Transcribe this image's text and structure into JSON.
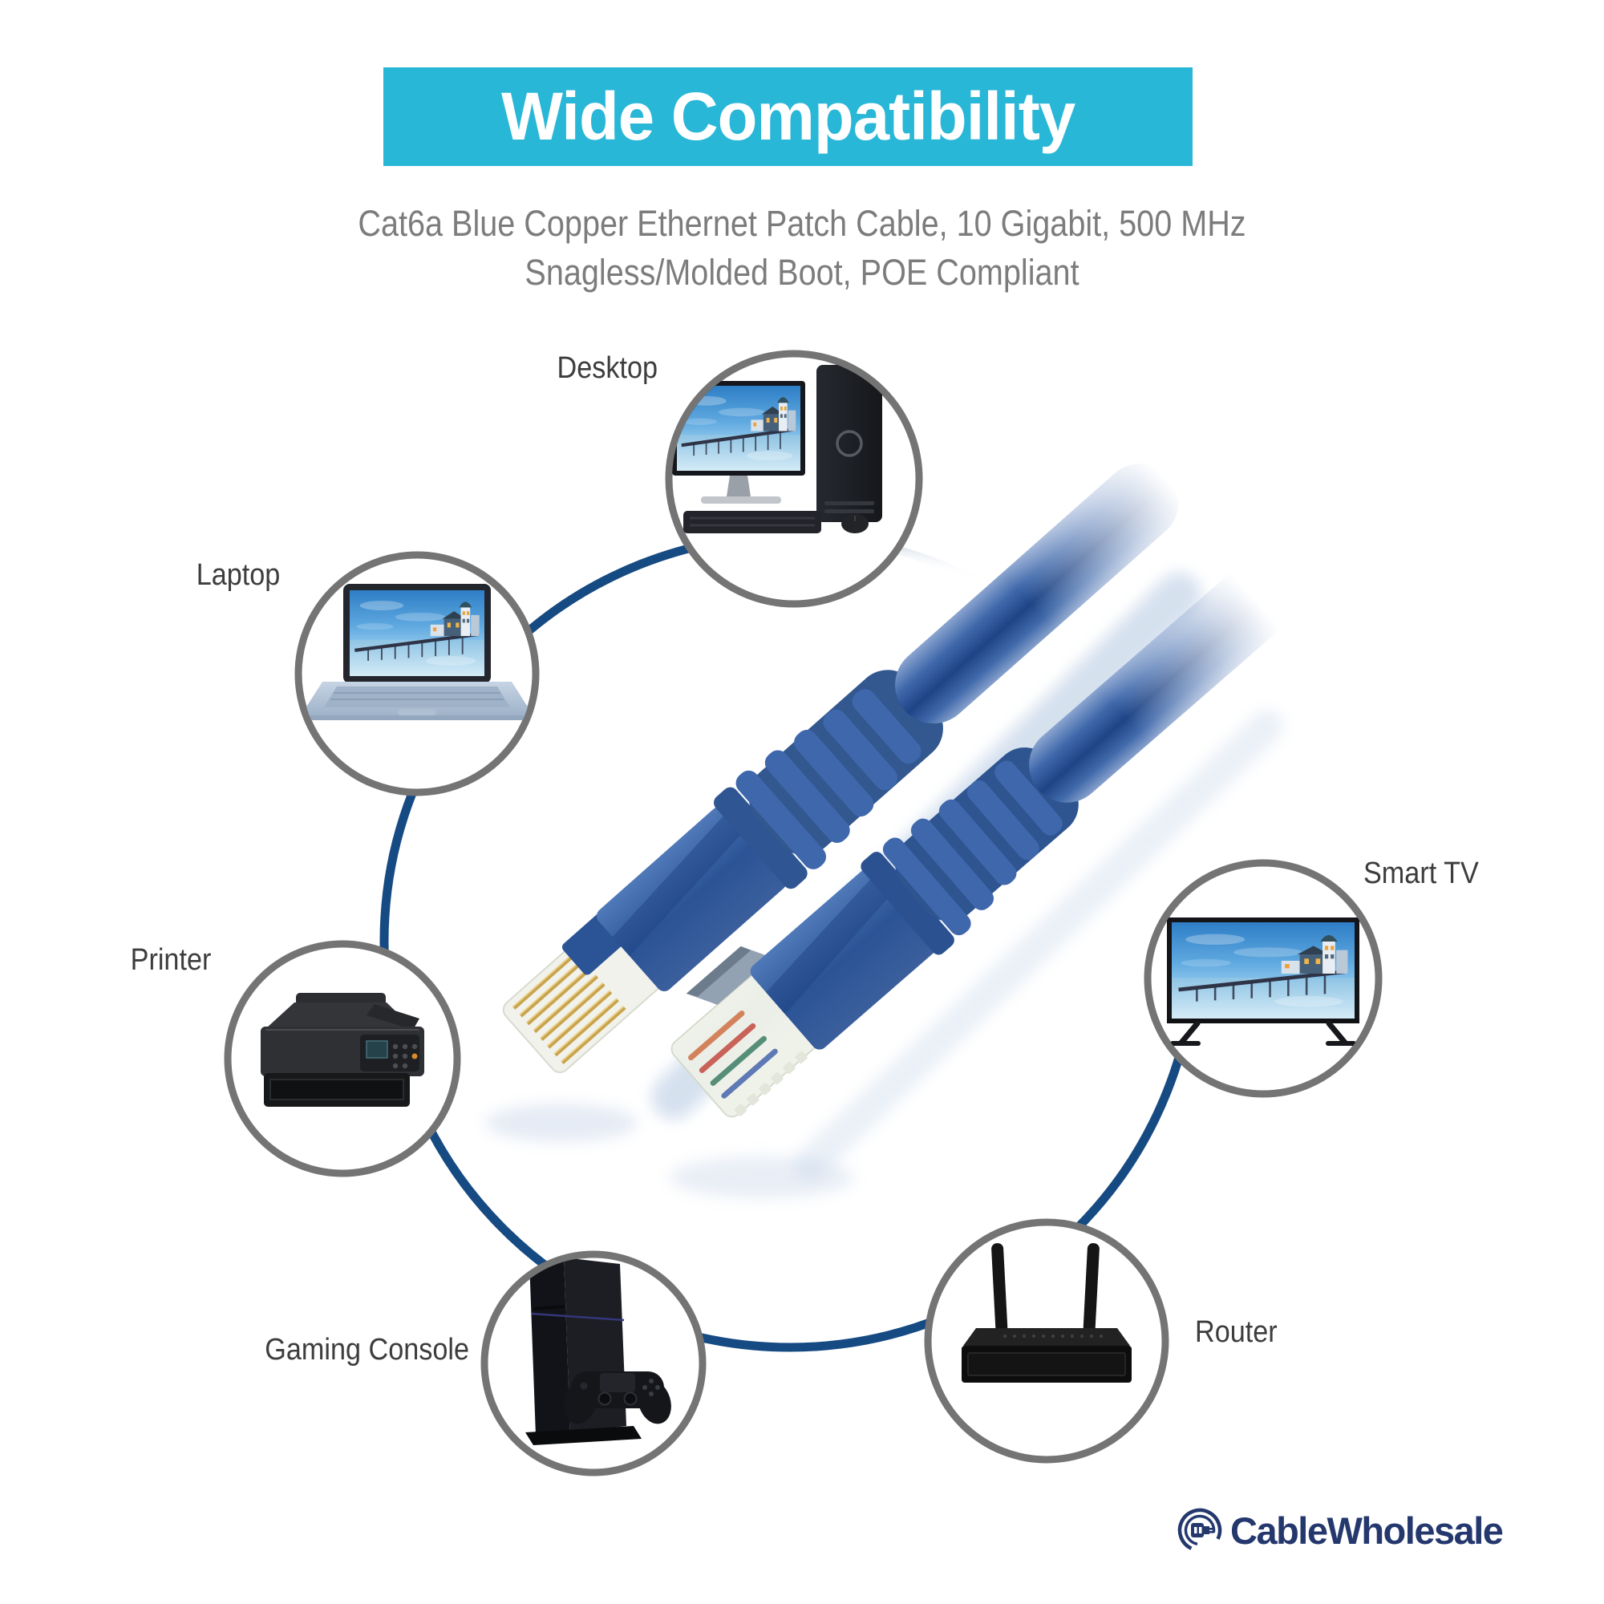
{
  "banner": {
    "title": "Wide Compatibility",
    "bg_color": "#29b7d7",
    "text_color": "#ffffff"
  },
  "subtitle": {
    "line1": "Cat6a Blue Copper Ethernet Patch Cable, 10 Gigabit, 500 MHz",
    "line2": "Snagless/Molded Boot, POE Compliant"
  },
  "devices": [
    {
      "id": "desktop",
      "label": "Desktop",
      "icon": "desktop-computer-icon"
    },
    {
      "id": "laptop",
      "label": "Laptop",
      "icon": "laptop-icon"
    },
    {
      "id": "printer",
      "label": "Printer",
      "icon": "printer-icon"
    },
    {
      "id": "gaming-console",
      "label": "Gaming Console",
      "icon": "game-console-icon"
    },
    {
      "id": "router",
      "label": "Router",
      "icon": "wifi-router-icon"
    },
    {
      "id": "smart-tv",
      "label": "Smart TV",
      "icon": "smart-tv-icon"
    }
  ],
  "center": {
    "icon": "blue-ethernet-patch-cable-rj45-connectors"
  },
  "brand": {
    "name": "CableWholesale",
    "color": "#24386e",
    "icon": "cablewholesale-plug-logo"
  },
  "colors": {
    "accent_cyan": "#29b7d7",
    "ring_navy": "#164a82",
    "node_circle_gray": "#747474",
    "cable_blue": "#2c5193",
    "label_gray": "#3d3d3d",
    "subtitle_gray": "#7c7c7c"
  }
}
